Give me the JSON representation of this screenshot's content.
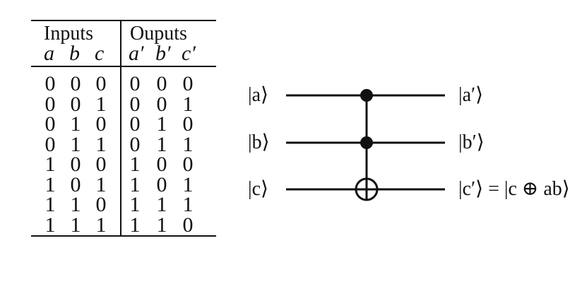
{
  "truth_table": {
    "group_headers": {
      "inputs": "Inputs",
      "outputs": "Ouputs"
    },
    "column_headers": [
      "a",
      "b",
      "c",
      "a′",
      "b′",
      "c′"
    ],
    "rows": [
      [
        "0",
        "0",
        "0",
        "0",
        "0",
        "0"
      ],
      [
        "0",
        "0",
        "1",
        "0",
        "0",
        "1"
      ],
      [
        "0",
        "1",
        "0",
        "0",
        "1",
        "0"
      ],
      [
        "0",
        "1",
        "1",
        "0",
        "1",
        "1"
      ],
      [
        "1",
        "0",
        "0",
        "1",
        "0",
        "0"
      ],
      [
        "1",
        "0",
        "1",
        "1",
        "0",
        "1"
      ],
      [
        "1",
        "1",
        "0",
        "1",
        "1",
        "1"
      ],
      [
        "1",
        "1",
        "1",
        "1",
        "1",
        "0"
      ]
    ]
  },
  "circuit": {
    "inputs": [
      "|a⟩",
      "|b⟩",
      "|c⟩"
    ],
    "outputs": [
      "|a′⟩",
      "|b′⟩",
      "|c′⟩ = |c ⊕ ab⟩"
    ],
    "gate": {
      "controls": [
        0,
        1
      ],
      "target": 2
    }
  }
}
